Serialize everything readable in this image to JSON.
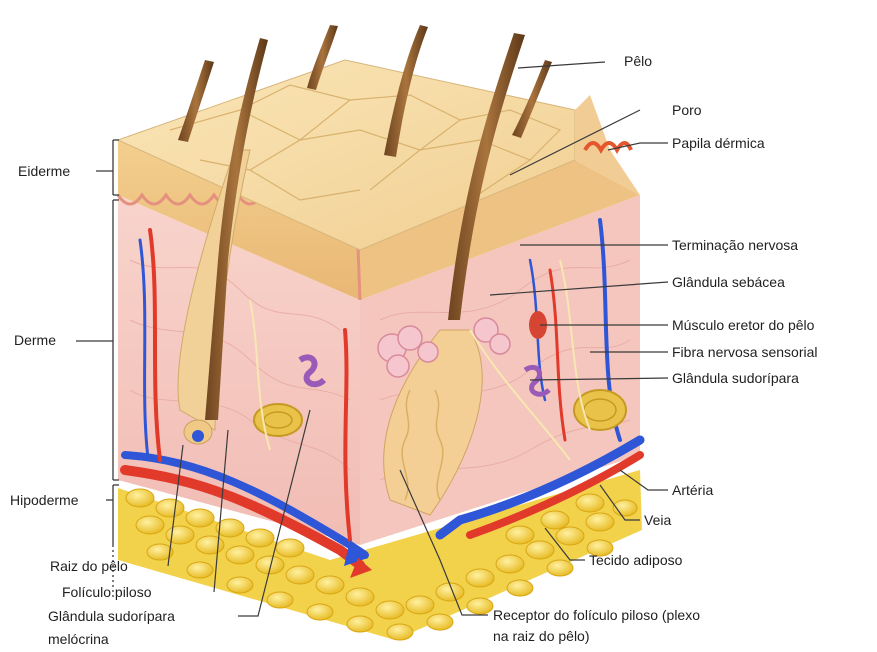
{
  "layer_labels": {
    "epidermis": "Eiderme",
    "dermis": "Derme",
    "hypodermis": "Hipoderme"
  },
  "structure_labels": {
    "hair": "Pêlo",
    "pore": "Poro",
    "dermal_papilla": "Papila dérmica",
    "nerve_ending": "Terminação nervosa",
    "sebaceous_gland": "Glândula sebácea",
    "arrector_pili": "Músculo eretor do pêlo",
    "sensory_nerve_fiber": "Fibra nervosa sensorial",
    "sweat_gland": "Glândula sudorípara",
    "artery": "Artéria",
    "vein": "Veia",
    "adipose_tissue": "Tecido adiposo",
    "hair_receptor_line1": "Receptor do folículo piloso (plexo",
    "hair_receptor_line2": "na raiz do pêlo)",
    "hair_root": "Raiz do pêlo",
    "hair_follicle": "Folículo piloso",
    "merocrine_sweat_gland_line1": "Glândula sudorípara",
    "merocrine_sweat_gland_line2": "melócrina"
  },
  "colors": {
    "epidermis": "#f2cd8f",
    "dermis": "#f6c8c0",
    "fat": "#f4d33c",
    "artery": "#e4382a",
    "vein": "#2f56d6",
    "hair": "#8a5a2b",
    "leader": "#3a3a3a"
  }
}
